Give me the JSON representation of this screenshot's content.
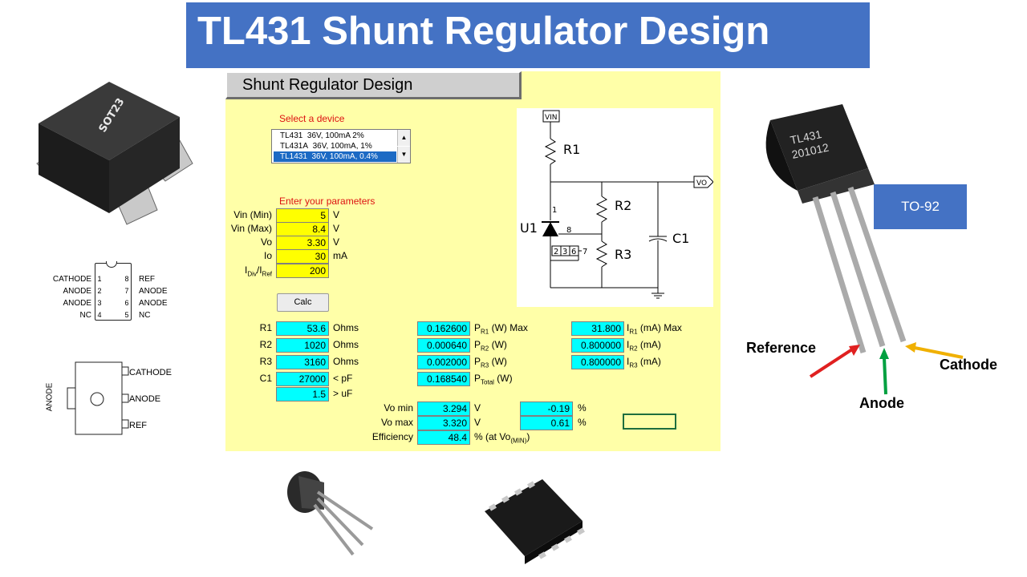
{
  "banner": {
    "title": "TL431 Shunt Regulator Design"
  },
  "sheet": {
    "title": "Shunt Regulator Design",
    "select_prompt": "Select a device",
    "devices": [
      {
        "name": "TL431",
        "spec": "36V, 100mA  2%"
      },
      {
        "name": "TL431A",
        "spec": "36V, 100mA, 1%"
      },
      {
        "name": "TL1431",
        "spec": "36V, 100mA, 0.4%"
      }
    ],
    "params_prompt": "Enter your parameters",
    "params": [
      {
        "label": "Vin (Min)",
        "value": "5",
        "unit": "V"
      },
      {
        "label": "Vin (Max)",
        "value": "8.4",
        "unit": "V"
      },
      {
        "label": "Vo",
        "value": "3.30",
        "unit": "V"
      },
      {
        "label": "Io",
        "value": "30",
        "unit": "mA"
      },
      {
        "label_main": "I",
        "label_sub1": "Div",
        "label_mid": "/I",
        "label_sub2": "Ref",
        "value": "200",
        "unit": ""
      }
    ],
    "calc_button": "Calc",
    "components": [
      {
        "label": "R1",
        "value": "53.6",
        "unit": "Ohms"
      },
      {
        "label": "R2",
        "value": "1020",
        "unit": "Ohms"
      },
      {
        "label": "R3",
        "value": "3160",
        "unit": "Ohms"
      },
      {
        "label": "C1",
        "value": "27000",
        "unit": "< pF"
      },
      {
        "label": "",
        "value": "1.5",
        "unit": "> uF"
      }
    ],
    "power": [
      {
        "value": "0.162600",
        "p": "P",
        "sub": "R1",
        "suffix": " (W) Max"
      },
      {
        "value": "0.000640",
        "p": "P",
        "sub": "R2",
        "suffix": " (W)"
      },
      {
        "value": "0.002000",
        "p": "P",
        "sub": "R3",
        "suffix": " (W)"
      },
      {
        "value": "0.168540",
        "p": "P",
        "sub": "Total",
        "suffix": " (W)"
      }
    ],
    "currents": [
      {
        "value": "31.800",
        "p": "I",
        "sub": "R1",
        "suffix": " (mA) Max"
      },
      {
        "value": "0.800000",
        "p": "I",
        "sub": "R2",
        "suffix": " (mA)"
      },
      {
        "value": "0.800000",
        "p": "I",
        "sub": "R3",
        "suffix": " (mA)"
      }
    ],
    "vo_min": {
      "label": "Vo min",
      "value": "3.294",
      "unit": "V",
      "pct": "-0.19",
      "pct_unit": "%"
    },
    "vo_max": {
      "label": "Vo max",
      "value": "3.320",
      "unit": "V",
      "pct": "0.61",
      "pct_unit": "%"
    },
    "efficiency": {
      "label": "Efficiency",
      "value": "48.4",
      "unit_pre": "% (at Vo",
      "unit_sub": "(MIN)",
      "unit_post": ")"
    }
  },
  "schematic": {
    "vin": "VIN",
    "vo": "VO",
    "r1": "R1",
    "r2": "R2",
    "r3": "R3",
    "c1": "C1",
    "u1": "U1",
    "pin1": "1",
    "pin8": "8",
    "pins": [
      "2",
      "3",
      "6",
      "7"
    ]
  },
  "packages": {
    "sot23_label": "SOT23",
    "soic_left": [
      "CATHODE",
      "ANODE",
      "ANODE",
      "NC"
    ],
    "soic_left_nums": [
      "1",
      "2",
      "3",
      "4"
    ],
    "soic_right": [
      "REF",
      "ANODE",
      "ANODE",
      "NC"
    ],
    "soic_right_nums": [
      "8",
      "7",
      "6",
      "5"
    ],
    "sot89_pins": [
      "CATHODE",
      "ANODE",
      "REF"
    ],
    "sot89_side": "ANODE",
    "to92_marking_1": "TL431",
    "to92_marking_2": "201012",
    "to92_label": "TO-92",
    "pin_reference": "Reference",
    "pin_anode": "Anode",
    "pin_cathode": "Cathode"
  },
  "colors": {
    "banner": "#4472c4",
    "sheet_bg": "#ffffa8",
    "input": "#ffff00",
    "output": "#00ffff",
    "arrow_ref": "#e02020",
    "arrow_anode": "#00a040",
    "arrow_cathode": "#f0b000"
  }
}
